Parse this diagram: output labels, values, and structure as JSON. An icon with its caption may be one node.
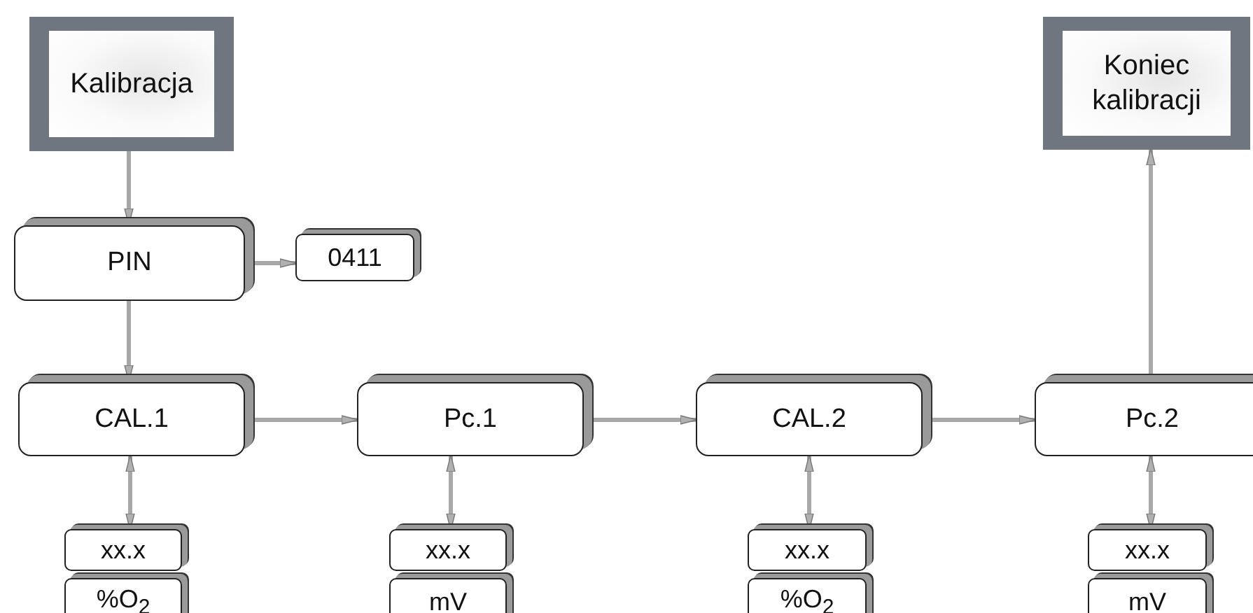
{
  "diagram": {
    "nodes": [
      {
        "text": [
          "Kalibracja"
        ]
      },
      {
        "text": [
          "PIN"
        ]
      },
      {
        "text": [
          "0411"
        ]
      },
      {
        "text": [
          "CAL.1"
        ]
      },
      {
        "text": [
          "Pc.1"
        ]
      },
      {
        "text": [
          "CAL.2"
        ]
      },
      {
        "text": [
          "Pc.2"
        ]
      },
      {
        "text": [
          "Koniec kalibracji"
        ]
      },
      {
        "text": [
          "xx.x"
        ]
      },
      {
        "text": [
          "%O$_{2}$"
        ]
      },
      {
        "text": [
          "xx.x"
        ]
      },
      {
        "text": [
          "mV"
        ]
      },
      {
        "text": [
          "xx.x"
        ]
      },
      {
        "text": [
          "%O$_{2}$"
        ]
      },
      {
        "text": [
          "xx.x"
        ]
      },
      {
        "text": [
          "mV"
        ]
      }
    ],
    "edges": [
      {
        "from": 0,
        "to": 1,
        "arrow": "to"
      },
      {
        "from": 1,
        "to": 2,
        "arrow": "to"
      },
      {
        "from": 1,
        "to": 3,
        "arrow": "to"
      },
      {
        "from": 3,
        "to": 4,
        "arrow": "to"
      },
      {
        "from": 4,
        "to": 5,
        "arrow": "to"
      },
      {
        "from": 5,
        "to": 6,
        "arrow": "to"
      },
      {
        "from": 6,
        "to": 7,
        "arrow": "to"
      },
      {
        "from": 3,
        "to": 8,
        "arrow": "both"
      },
      {
        "from": 4,
        "to": 10,
        "arrow": "both"
      },
      {
        "from": 5,
        "to": 12,
        "arrow": "both"
      },
      {
        "from": 6,
        "to": 14,
        "arrow": "both"
      }
    ]
  }
}
